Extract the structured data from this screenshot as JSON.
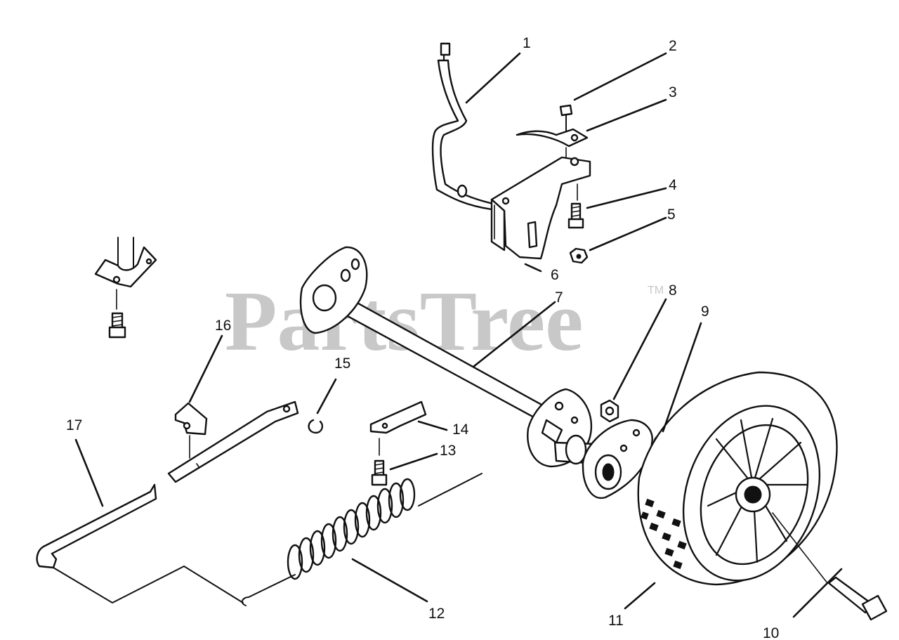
{
  "watermark": {
    "text": "PartsTree",
    "trademark": "TM",
    "color": "#c8c8c8"
  },
  "callouts": [
    "1",
    "2",
    "3",
    "4",
    "5",
    "6",
    "7",
    "8",
    "9",
    "10",
    "11",
    "12",
    "13",
    "14",
    "15",
    "16",
    "17"
  ],
  "colors": {
    "line": "#111111",
    "background": "#ffffff"
  }
}
